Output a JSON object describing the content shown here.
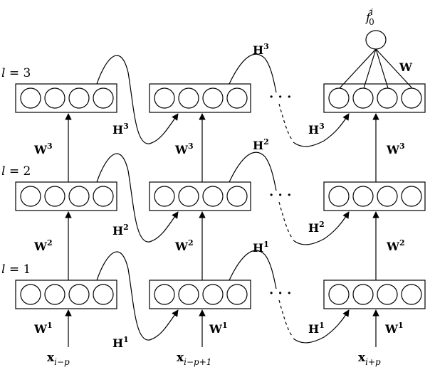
{
  "layer_labels": [
    {
      "text": "l",
      "sup": "",
      "rest": " = 3"
    },
    {
      "text": "l",
      "sup": "",
      "rest": " = 2"
    },
    {
      "text": "l",
      "sup": "",
      "rest": " = 1"
    }
  ],
  "weights": {
    "w3": {
      "base": "W",
      "sup": "3"
    },
    "w2": {
      "base": "W",
      "sup": "2"
    },
    "w1": {
      "base": "W",
      "sup": "1"
    },
    "w_out": {
      "base": "W"
    }
  },
  "hidden": {
    "h3": {
      "base": "H",
      "sup": "3"
    },
    "h2": {
      "base": "H",
      "sup": "2"
    },
    "h1": {
      "base": "H",
      "sup": "1"
    }
  },
  "inputs": [
    {
      "base": "x",
      "sub": "i−p"
    },
    {
      "base": "x",
      "sub": "i−p+1"
    },
    {
      "base": "x",
      "sub": "i+p"
    }
  ],
  "output": {
    "base": "f̂",
    "sub": "0",
    "sup": "i"
  },
  "ellipsis": "· · ·"
}
